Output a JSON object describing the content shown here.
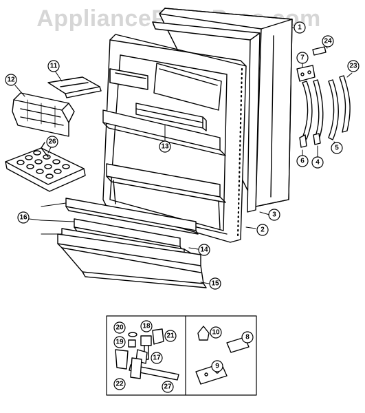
{
  "watermark": "AppliancePartsPros.com",
  "callouts": [
    "1",
    "2",
    "3",
    "4",
    "5",
    "6",
    "7",
    "8",
    "9",
    "10",
    "11",
    "12",
    "13",
    "14",
    "15",
    "16",
    "17",
    "18",
    "19",
    "20",
    "21",
    "22",
    "23",
    "24",
    "26",
    "27"
  ]
}
